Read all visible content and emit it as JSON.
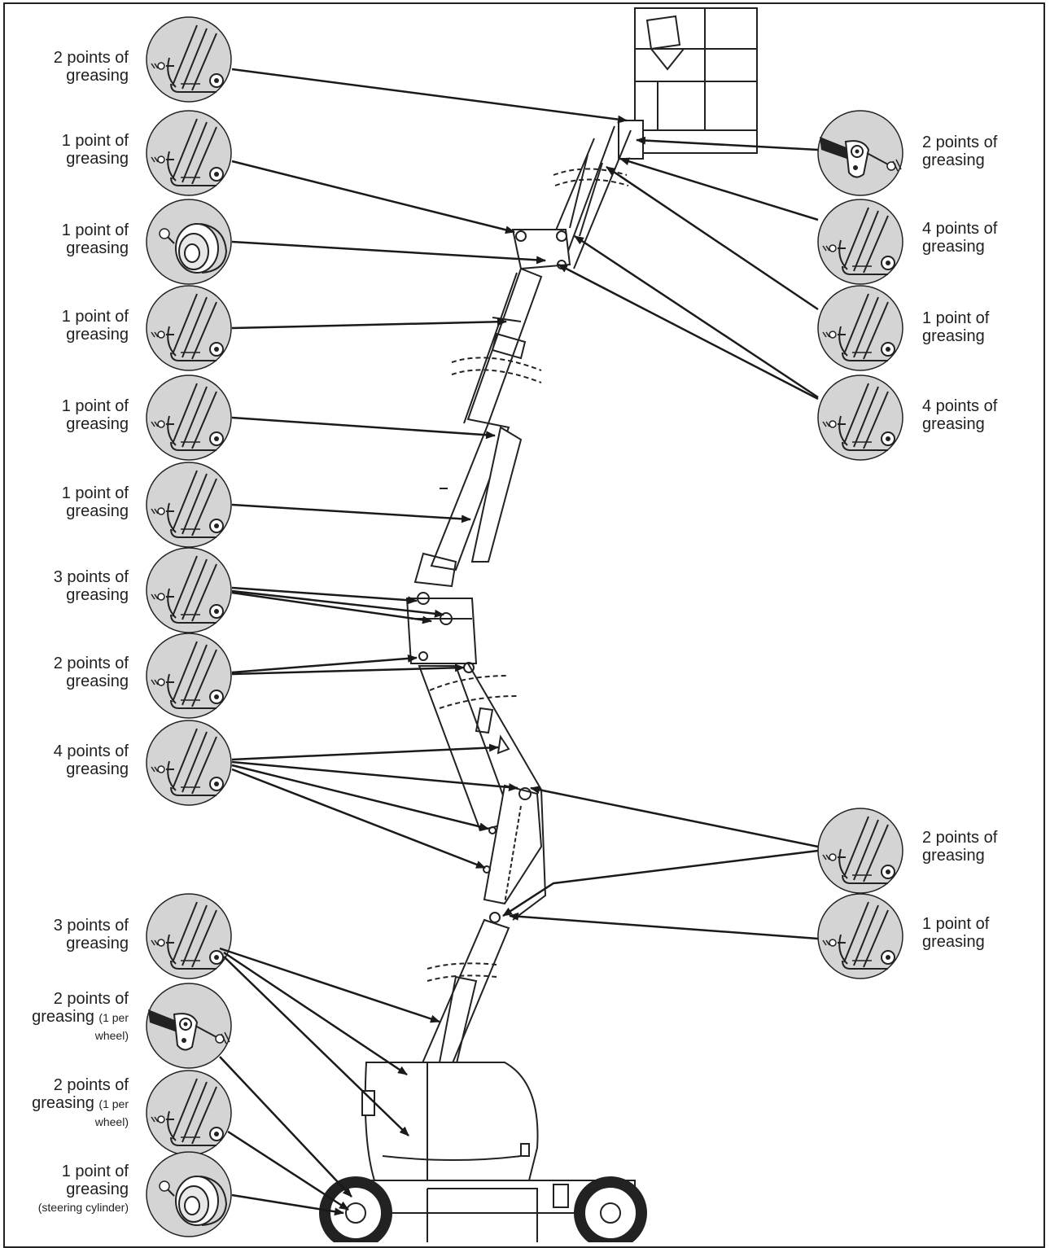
{
  "callouts": {
    "l1": {
      "line1": "2 points of",
      "line2": "greasing"
    },
    "l2": {
      "line1": "1 point of",
      "line2": "greasing"
    },
    "l3": {
      "line1": "1 point of",
      "line2": "greasing"
    },
    "l4": {
      "line1": "1 point of",
      "line2": "greasing"
    },
    "l5": {
      "line1": "1 point of",
      "line2": "greasing"
    },
    "l6": {
      "line1": "1 point of",
      "line2": "greasing"
    },
    "l7": {
      "line1": "3 points of",
      "line2": "greasing"
    },
    "l8": {
      "line1": "2 points of",
      "line2": "greasing"
    },
    "l9": {
      "line1": "4 points of",
      "line2": "greasing"
    },
    "l10": {
      "line1": "3 points of",
      "line2": "greasing"
    },
    "l11": {
      "line1": "2 points of",
      "line2": "greasing",
      "note": "(1 per",
      "line3": "wheel)"
    },
    "l12": {
      "line1": "2 points of",
      "line2": "greasing",
      "note": "(1 per",
      "line3": "wheel)"
    },
    "l13": {
      "line1": "1 point of",
      "line2": "greasing",
      "line3": "(steering cylinder)"
    },
    "r1": {
      "line1": "2 points of",
      "line2": "greasing"
    },
    "r2": {
      "line1": "4 points of",
      "line2": "greasing"
    },
    "r3": {
      "line1": "1 point of",
      "line2": "greasing"
    },
    "r4": {
      "line1": "4 points of",
      "line2": "greasing"
    },
    "r5": {
      "line1": "2 points of",
      "line2": "greasing"
    },
    "r6": {
      "line1": "1 point of",
      "line2": "greasing"
    }
  },
  "icons": {
    "grease-nipple-pin": "grease-pin-icon",
    "grease-bearing": "grease-bearing-icon",
    "grease-lever": "grease-lever-icon"
  }
}
